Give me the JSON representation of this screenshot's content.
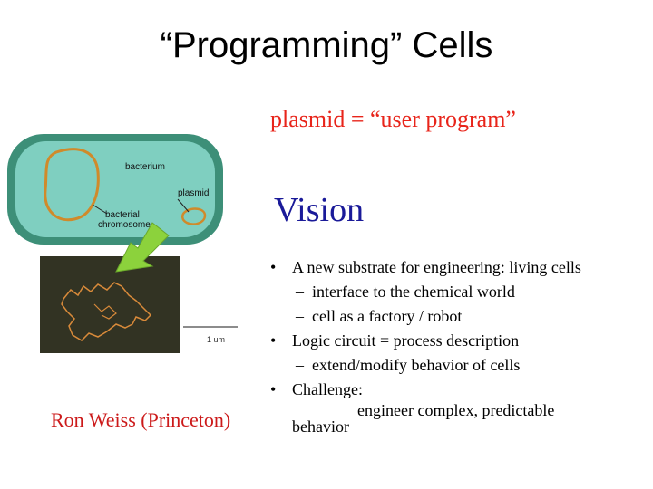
{
  "slide": {
    "title": "“Programming” Cells",
    "plasmid_equation": "plasmid = “user program”",
    "heading": "Vision",
    "credit": "Ron Weiss (Princeton)"
  },
  "figure": {
    "labels": {
      "bacterium": "bacterium",
      "plasmid": "plasmid",
      "chromosome_line1": "bacterial",
      "chromosome_line2": "chromosome",
      "scale": "1 um"
    },
    "colors": {
      "cell_outer": "#3d8f78",
      "cell_inner": "#7fcfc0",
      "dna": "#d08a2a",
      "arrow": "#8cd23c",
      "micrograph_bg": "#2a2c1e"
    }
  },
  "bullets": [
    {
      "text": "A new substrate for engineering: living cells",
      "subs": [
        "interface to the chemical world",
        "cell as a factory / robot"
      ]
    },
    {
      "text": "Logic circuit = process description",
      "subs": [
        "extend/modify behavior of cells"
      ]
    },
    {
      "text": "Challenge:",
      "wrap_line1": "engineer complex, predictable",
      "wrap_line2": "behavior",
      "subs": []
    }
  ]
}
